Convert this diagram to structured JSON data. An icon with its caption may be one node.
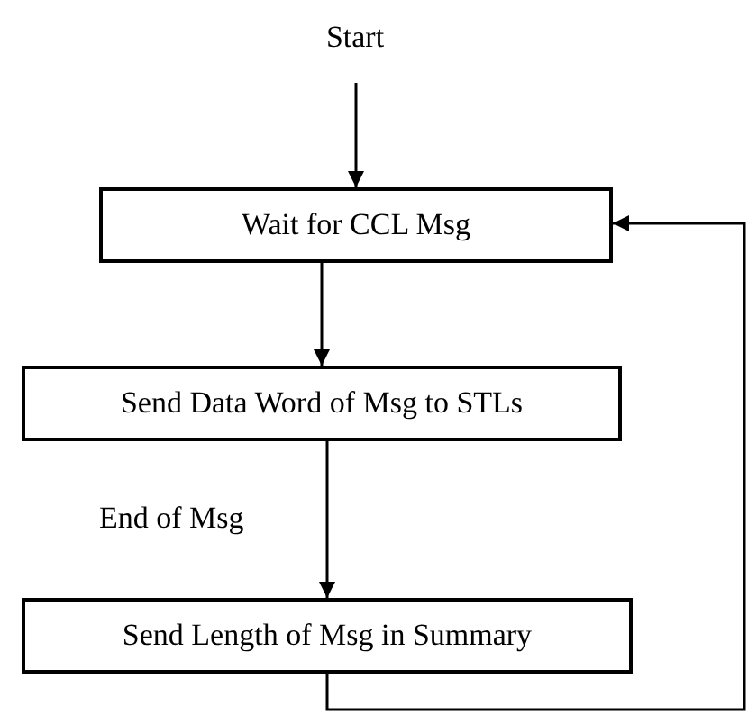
{
  "diagram": {
    "nodes": [
      {
        "text": [
          "Start"
        ]
      },
      {
        "text": [
          "Wait for CCL Msg"
        ]
      },
      {
        "text": [
          "Send Data Word of Msg to STLs"
        ]
      },
      {
        "text": [
          "Send Length of Msg in Summary"
        ]
      }
    ],
    "edges": [
      {
        "from": 0,
        "to": 1,
        "arrow": "to"
      },
      {
        "from": 1,
        "to": 2,
        "arrow": "to"
      },
      {
        "from": 2,
        "to": 3,
        "arrow": "to",
        "label": "End of Msg"
      },
      {
        "from": 3,
        "to": 1,
        "arrow": "to"
      }
    ]
  }
}
